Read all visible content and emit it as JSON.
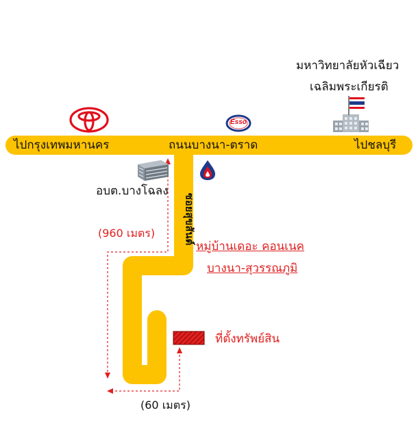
{
  "colors": {
    "road": "#fdc300",
    "dimension": "#e02020",
    "label": "#111111",
    "property": "#e02020"
  },
  "icons": {
    "toyota": "toyota-logo-icon",
    "esso": "esso-logo-icon",
    "ptt": "ptt-station-icon",
    "university": "university-building-icon",
    "flag": "thai-flag-icon",
    "office": "office-building-icon",
    "property": "property-marker-icon"
  },
  "labels": {
    "west_road": "ไปกรุงเทพมหานคร",
    "main_road": "ถนนบางนา-ตราด",
    "east_road": "ไปชลบุรี",
    "university_line1": "มหาวิทยาลัยหัวเฉียว",
    "university_line2": "เฉลิมพระเกียรติ",
    "office": "อบต.บางโฉลง",
    "side_road": "ซอยสุขสันต์",
    "village_line1": "หมู่บ้านเดอะ คอนเนค",
    "village_line2": "บางนา-สุวรรณภูมิ",
    "property": "ที่ตั้งทรัพย์สิน",
    "dist_vertical": "(960 เมตร)",
    "dist_horizontal": "(60 เมตร)",
    "esso_text": "Esso"
  }
}
